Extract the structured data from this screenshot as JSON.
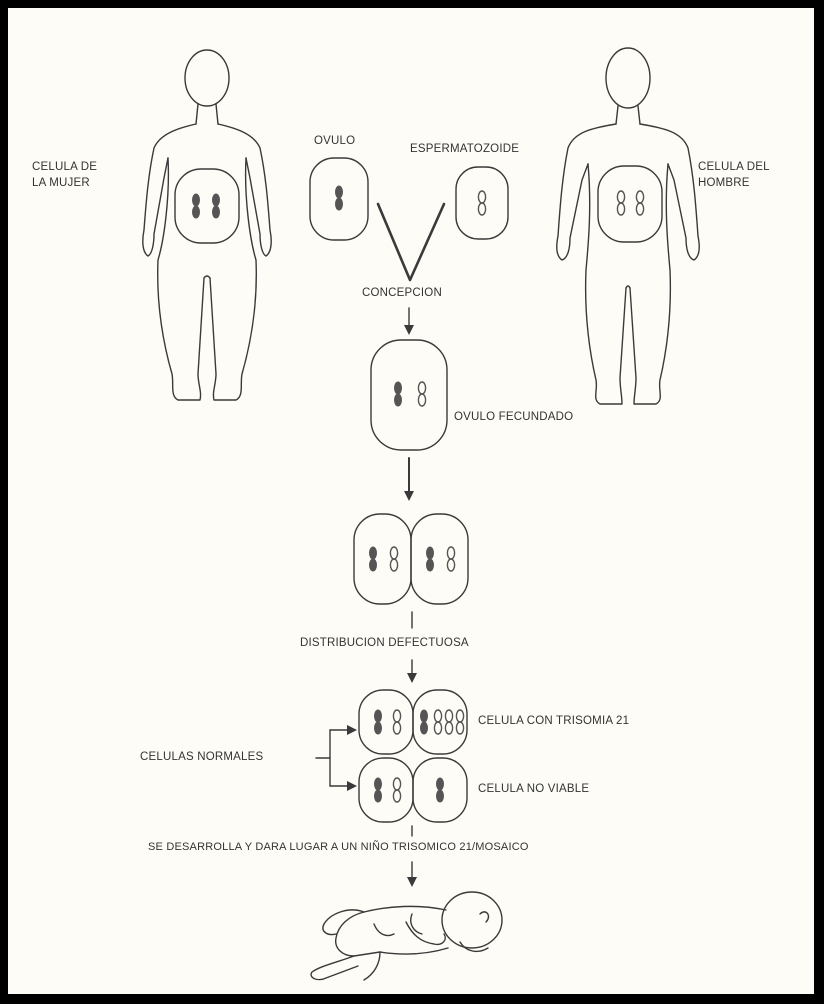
{
  "labels": {
    "woman_cell": [
      "CELULA DE",
      "LA MUJER"
    ],
    "man_cell": [
      "CELULA DEL",
      "HOMBRE"
    ],
    "ovum": "OVULO",
    "sperm": "ESPERMATOZOIDE",
    "conception": "CONCEPCION",
    "fertilized_ovum": "OVULO FECUNDADO",
    "faulty_distribution": "DISTRIBUCION DEFECTUOSA",
    "trisomy_cell": "CELULA CON TRISOMIA 21",
    "normal_cells": "CELULAS NORMALES",
    "nonviable_cell": "CELULA NO VIABLE",
    "outcome": "SE DESARROLLA Y DARA LUGAR A UN NIÑO TRISOMICO 21/MOSAICO"
  },
  "colors": {
    "frame": "#000000",
    "background": "#fdfcf6",
    "line": "#3a3a3a",
    "chromosome_filled": "#555555",
    "text": "#333333"
  }
}
